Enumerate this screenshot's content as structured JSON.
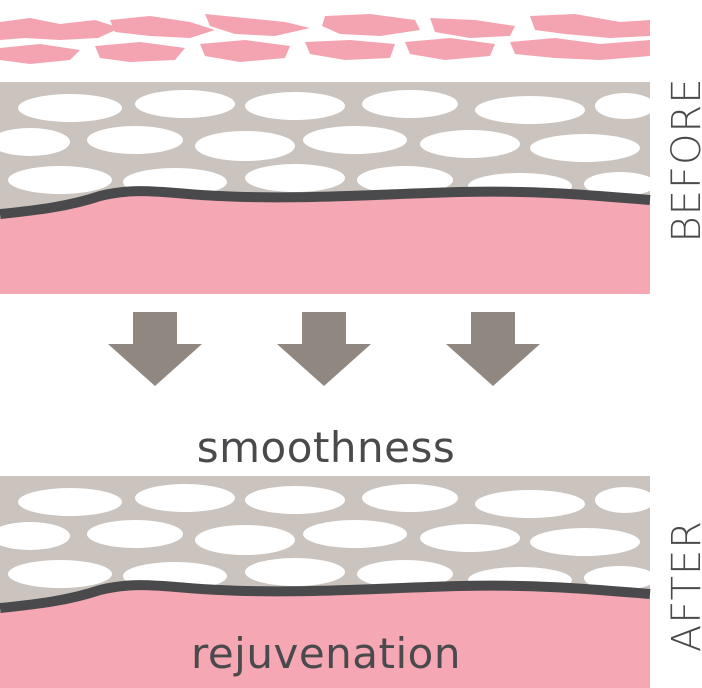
{
  "labels": {
    "before": "BEFORE",
    "after": "AFTER",
    "middle": "smoothness",
    "bottom": "rejuvenation"
  },
  "colors": {
    "flake": "#F4A3B1",
    "tissue": "#CBC4BE",
    "cell": "#FFFFFF",
    "membrane": "#4A4A4D",
    "dermis": "#F5A7B4",
    "arrow": "#8F8780",
    "label": "#4A4A4D"
  },
  "arrows": {
    "count": 3
  }
}
